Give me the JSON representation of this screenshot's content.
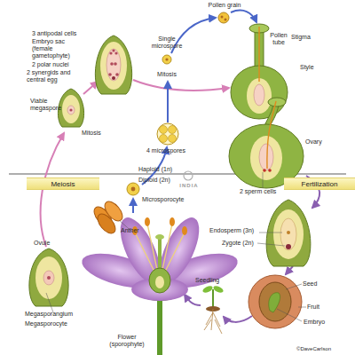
{
  "diagram": {
    "nodes": [
      {
        "text": [
          "Meiosis"
        ]
      },
      {
        "text": [
          "Fertilization"
        ]
      }
    ],
    "labels": [
      "Pollen grain",
      "Single microspore",
      "Mitosis",
      "Pollen tube",
      "Stigma",
      "3 antipodal cells",
      "Embryo sac (female gametophyte)",
      "2 polar nuclei",
      "2 synergids and central egg",
      "Style",
      "Viable megaspore",
      "Mitosis",
      "4 microspores",
      "Ovary",
      "Haploid (1n)",
      "Diploid (2n)",
      "2 sperm cells",
      "Microsporocyte",
      "Anther",
      "Endosperm (3n)",
      "Zygote (2n)",
      "Ovule",
      "Megasporangium",
      "Megasporocyte",
      "Seed",
      "Seedling",
      "Fruit",
      "Embryo",
      "Flower (sporophyte)",
      "©DaveCarlson",
      "INDIA"
    ]
  }
}
